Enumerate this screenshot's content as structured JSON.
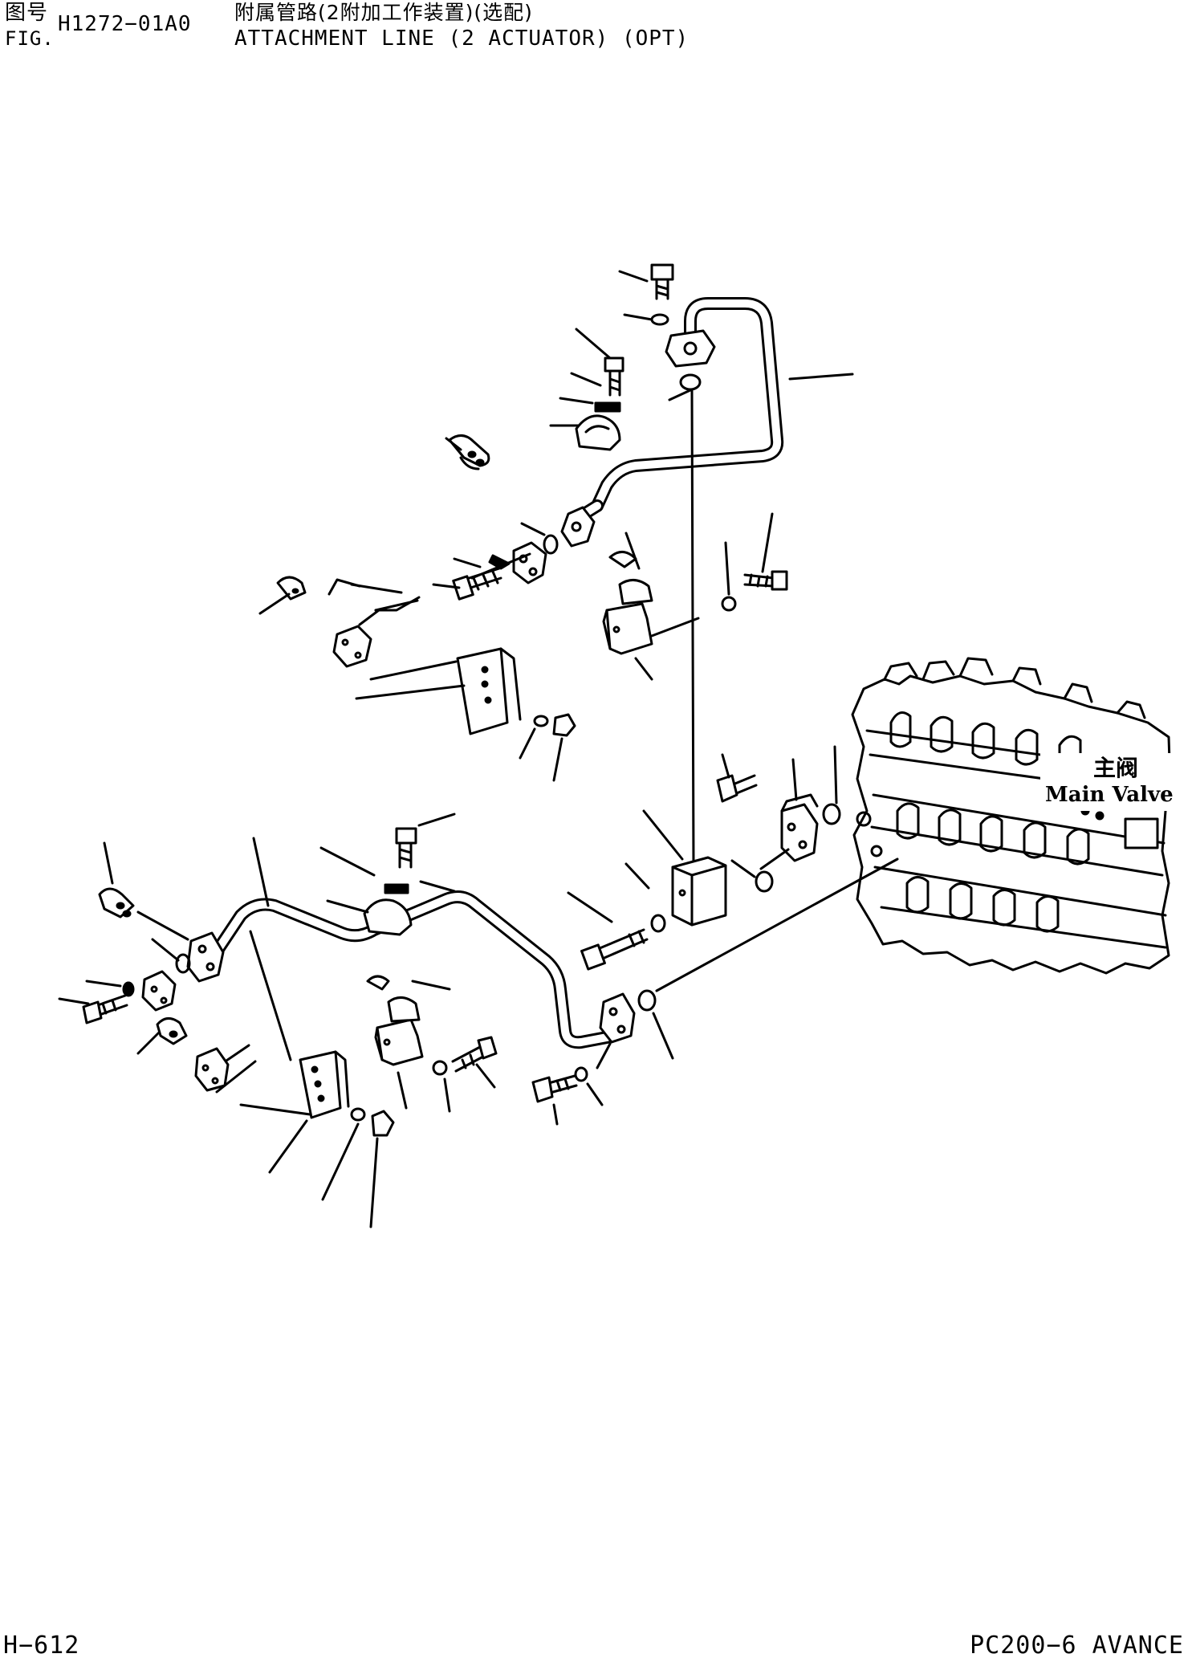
{
  "header": {
    "fig_label_cn": "图号",
    "fig_number": "H1272−01A0",
    "fig_label_en": "FIG.",
    "title_cn": "附属管路(2附加工作装置)(选配)",
    "title_en": "ATTACHMENT LINE (2 ACTUATOR) (OPT)"
  },
  "diagram": {
    "main_valve_label_cn": "主阀",
    "main_valve_label_en": "Main Valve"
  },
  "footer": {
    "page": "H−612",
    "model": "PC200−6 AVANCE"
  }
}
